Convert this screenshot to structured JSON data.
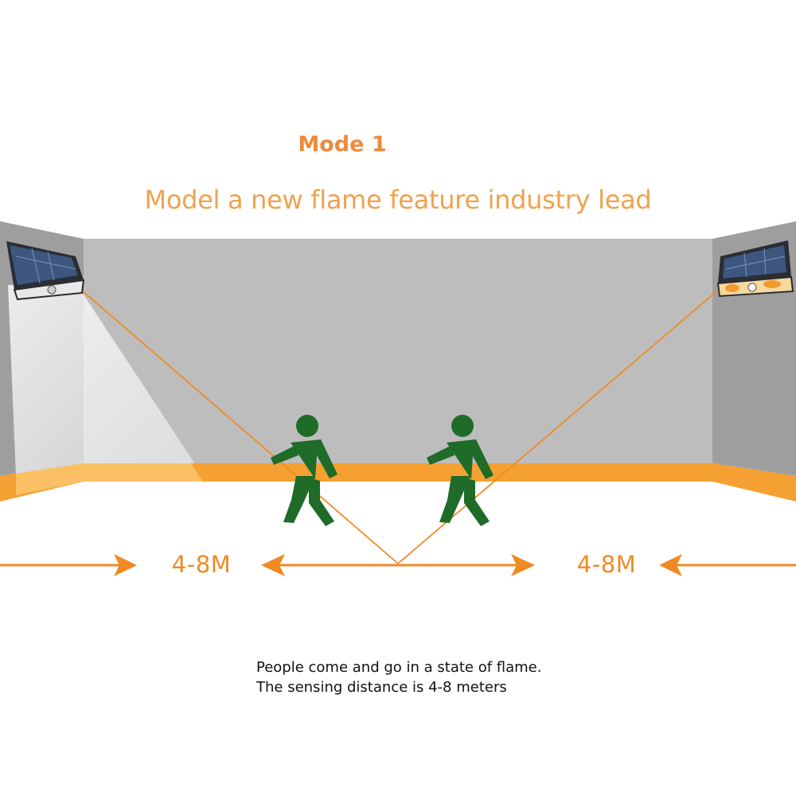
{
  "colors": {
    "accent": "#f08a24",
    "title": "#ef8a3c",
    "headline": "#f0a24e",
    "figure": "#1f6b28",
    "back_wall": "#bdbdbd",
    "side_wall": "#9e9e9e",
    "floor_stripe": "#f5a033",
    "caption": "#111111"
  },
  "header": {
    "mode_title": "Mode 1",
    "headline": "Model a new flame feature industry lead"
  },
  "distances": {
    "left_label": "4-8M",
    "right_label": "4-8M"
  },
  "caption": {
    "line1": "People come and go in a state of flame.",
    "line2": "The sensing distance is 4-8 meters"
  },
  "icons": {
    "lamp_left": "solar-wall-lamp-icon",
    "lamp_right": "solar-wall-lamp-flame-icon",
    "person": "walking-person-icon"
  }
}
